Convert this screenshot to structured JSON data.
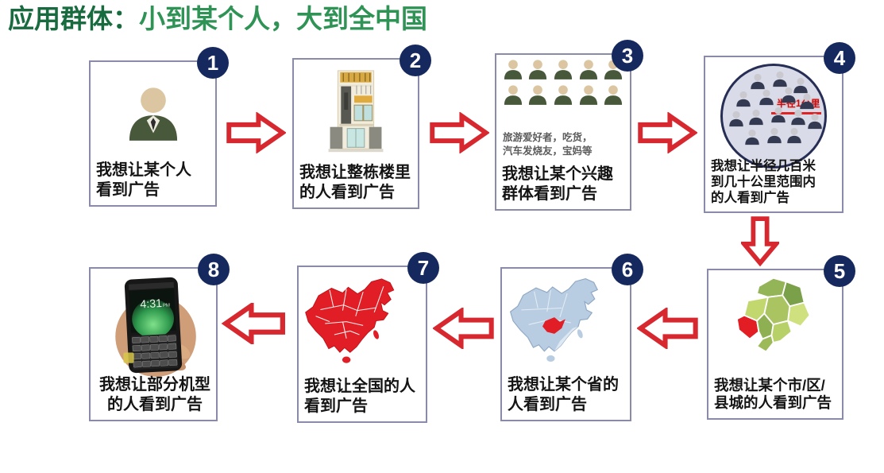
{
  "title": {
    "prefix": "应用群体：",
    "rest": "小到某个人，大到全中国"
  },
  "colors": {
    "accent_red": "#d7282f",
    "badge_navy": "#16295e",
    "box_border": "#8a8aab",
    "title_dark_green": "#176b3e",
    "title_green": "#2e9355"
  },
  "boxes": [
    {
      "number": "1",
      "caption": "我想让某个人\n看到广告",
      "icon": "person-avatar"
    },
    {
      "number": "2",
      "caption": "我想让整栋楼里\n的人看到广告",
      "icon": "building"
    },
    {
      "number": "3",
      "caption": "我想让某个兴趣\n群体看到广告",
      "subcaption": "旅游爱好者，吃货，\n汽车发烧友，宝妈等",
      "crowd_rows": 2,
      "crowd_cols": 5
    },
    {
      "number": "4",
      "caption": "我想让半径几百米\n到几十公里范围内\n的人看到广告",
      "radius_label": "半径1公里",
      "people_count": 15
    },
    {
      "number": "5",
      "caption": "我想让某个市/区/\n县城的人看到广告",
      "icon": "district-map"
    },
    {
      "number": "6",
      "caption": "我想让某个省的\n人看到广告",
      "icon": "province-map"
    },
    {
      "number": "7",
      "caption": "我想让全国的人\n看到广告",
      "icon": "china-map-red"
    },
    {
      "number": "8",
      "caption": "我想让部分机型\n的人看到广告",
      "phone_time": "4:31",
      "phone_meridiem": "PM"
    }
  ]
}
